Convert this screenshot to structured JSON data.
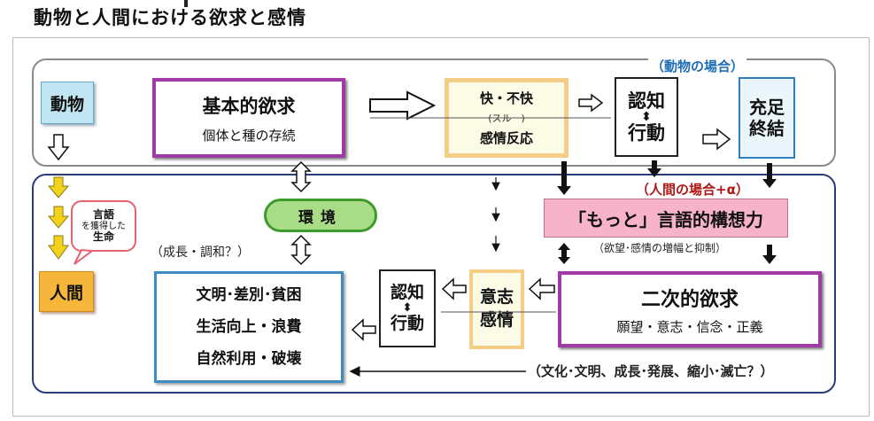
{
  "title": "動物と人間における欲求と感情",
  "labels": {
    "animal_case": "（動物の場合）",
    "human_case": "（人間の場合+α）",
    "growth_harmony": "（成長・調和？）",
    "amplify": "（欲望･感情の増幅と抑制）",
    "civilization": "（文化･文明、成長･発展、縮小･滅亡？）"
  },
  "boxes": {
    "animal": "動物",
    "basic_title": "基本的欲求",
    "basic_sub": "個体と種の存続",
    "emotion_top": "快・不快",
    "emotion_mid": "(スルー)",
    "emotion_bottom": "感情反応",
    "cognition1_a": "認知",
    "cognition1_b": "行動",
    "satisfaction_a": "充足",
    "satisfaction_b": "終結",
    "environment": "環境",
    "language": "「もっと」言語的構想力",
    "secondary_title": "二次的欲求",
    "secondary_sub": "願望・意志・信念・正義",
    "will_a": "意志",
    "will_b": "感情",
    "cognition2_a": "認知",
    "cognition2_b": "行動",
    "civ1": "文明･差別･貧困",
    "civ2": "生活向上・浪費",
    "civ3": "自然利用・破壊",
    "human": "人間",
    "bubble1": "言語",
    "bubble2": "を獲得した",
    "bubble3": "生命"
  },
  "colors": {
    "purple": "#a23aa6",
    "blue_text": "#1e6fb8",
    "red_text": "#b01818",
    "yellow_arrow": "#f3d21c",
    "environment_green": "#a8dc86",
    "language_pink": "#f6b3c9",
    "human_orange": "#f5b63b",
    "animal_blue": "#bfe6f2"
  }
}
